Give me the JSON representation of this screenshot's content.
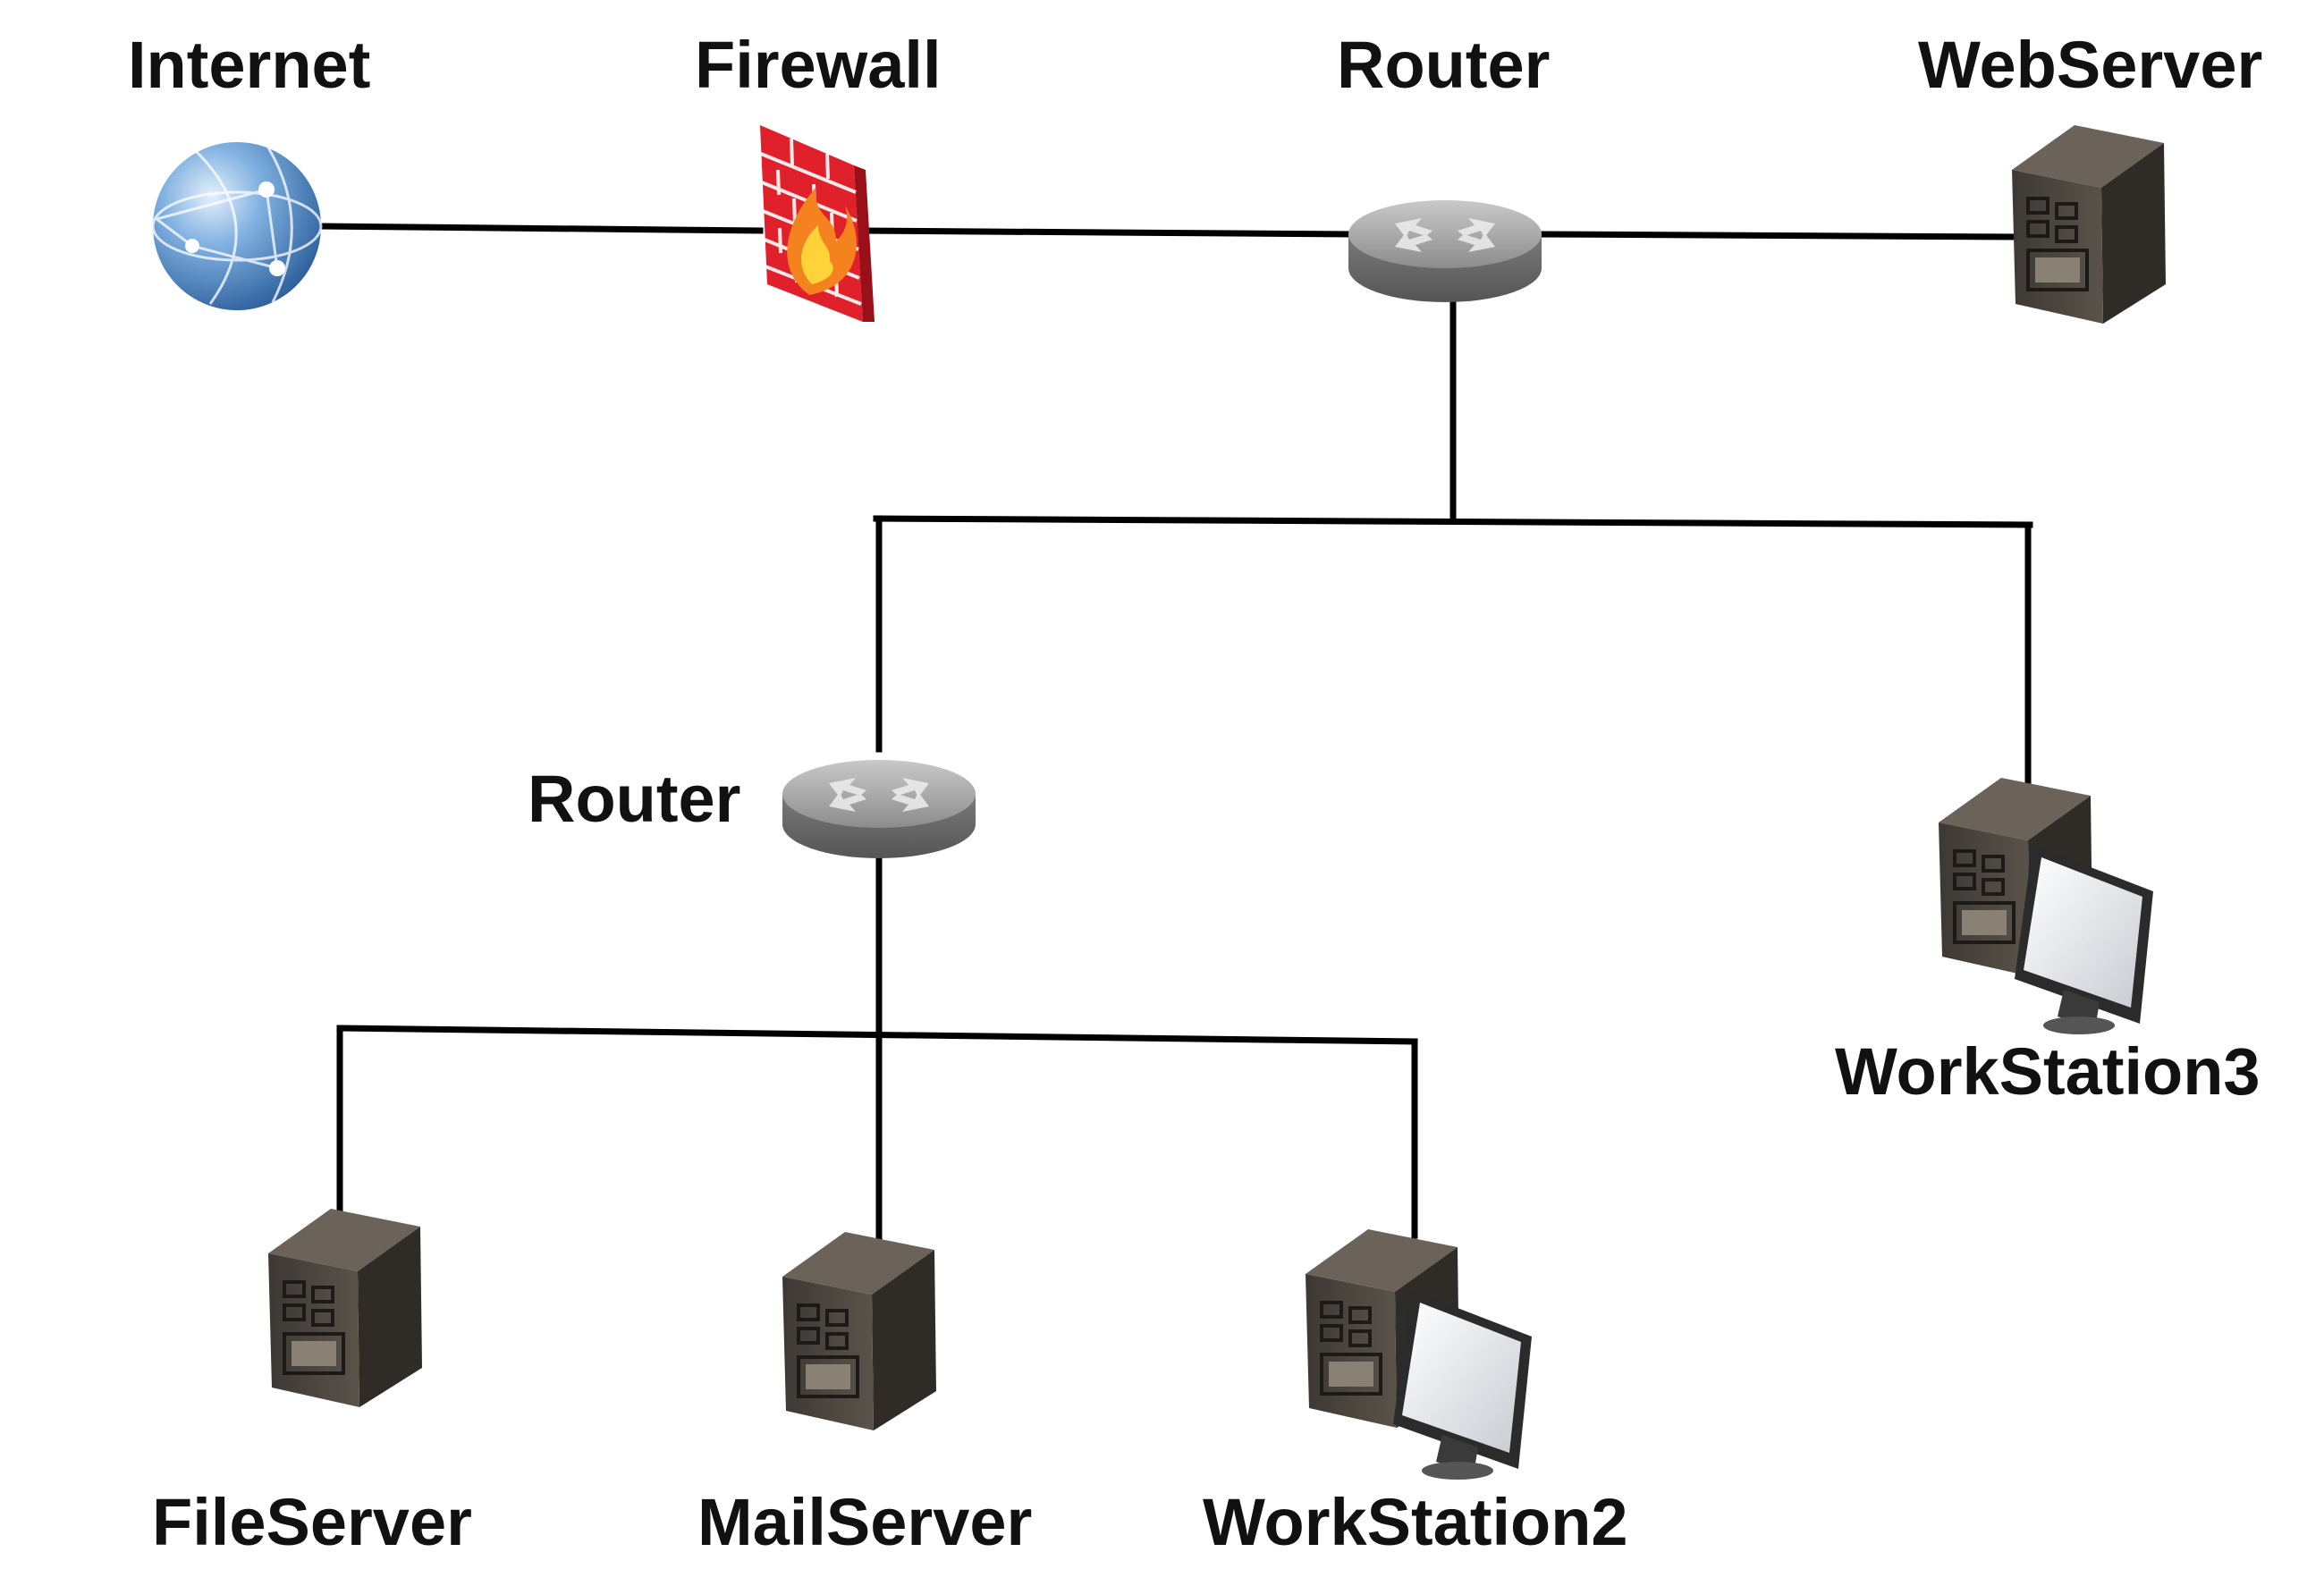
{
  "nodes": {
    "internet": {
      "label": "Internet",
      "icon": "globe-icon"
    },
    "firewall": {
      "label": "Firewall",
      "icon": "firewall-icon"
    },
    "router_top": {
      "label": "Router",
      "icon": "router-icon"
    },
    "webserver": {
      "label": "WebServer",
      "icon": "server-icon"
    },
    "router_mid": {
      "label": "Router",
      "icon": "router-icon"
    },
    "workstation3": {
      "label": "WorkStation3",
      "icon": "workstation-icon"
    },
    "fileserver": {
      "label": "FileServer",
      "icon": "server-icon"
    },
    "mailserver": {
      "label": "MailServer",
      "icon": "server-icon"
    },
    "workstation2": {
      "label": "WorkStation2",
      "icon": "workstation-icon"
    }
  },
  "links": [
    [
      "internet",
      "firewall"
    ],
    [
      "firewall",
      "router_top"
    ],
    [
      "router_top",
      "webserver"
    ],
    [
      "router_top",
      "router_mid"
    ],
    [
      "router_top",
      "workstation3"
    ],
    [
      "router_mid",
      "fileserver"
    ],
    [
      "router_mid",
      "mailserver"
    ],
    [
      "router_mid",
      "workstation2"
    ]
  ],
  "colors": {
    "line": "#000000",
    "globe": "#4a86c8",
    "firewall": "#e0202a",
    "router": "#8f8f8f",
    "server": "#4a443d"
  }
}
